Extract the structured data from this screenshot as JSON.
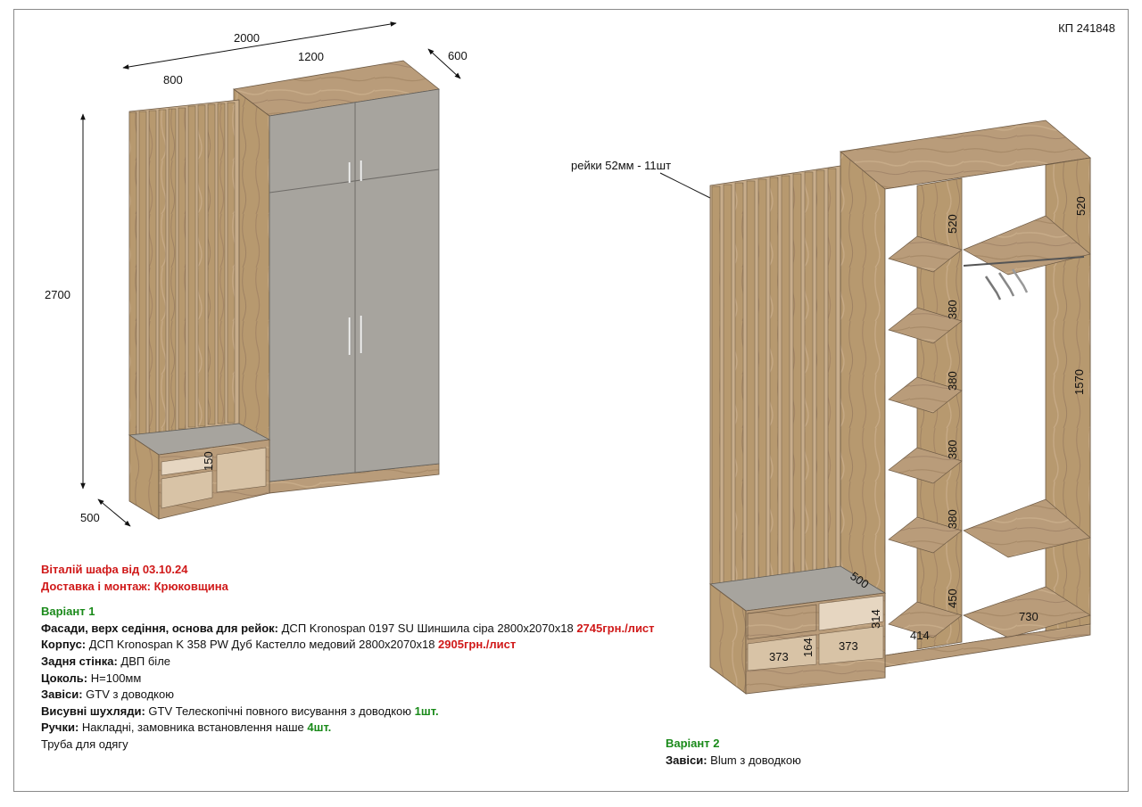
{
  "project_code": "КП 241848",
  "header": {
    "title": "Віталій шафа від 03.10.24",
    "delivery": "Доставка і монтаж: Крюковщина"
  },
  "variant1": {
    "title": "Варіант 1",
    "specs": [
      {
        "label": "Фасади, верх седіння, основа для рейок:",
        "value": " ДСП Kronospan 0197 SU Шиншила сіра 2800x2070x18 ",
        "price": "2745грн./лист",
        "price_color": "red"
      },
      {
        "label": "Корпус:",
        "value": " ДСП Kronospan K 358 PW Дуб Кастелло медовий 2800x2070x18  ",
        "price": "2905грн./лист",
        "price_color": "red"
      },
      {
        "label": "Задня стінка:",
        "value": "  ДВП біле",
        "price": "",
        "price_color": ""
      },
      {
        "label": "Цоколь:",
        "value": " H=100мм",
        "price": "",
        "price_color": ""
      },
      {
        "label": "Завіси:",
        "value": " GTV з доводкою",
        "price": "",
        "price_color": ""
      },
      {
        "label": "Висувні шухляди:",
        "value": " GTV Телескопічні повного висування з доводкою ",
        "price": "1шт.",
        "price_color": "green"
      },
      {
        "label": "Ручки:",
        "value": " Накладні, замовника встановлення наше ",
        "price": "4шт.",
        "price_color": "green"
      },
      {
        "label": "",
        "value": "Труба для одягу",
        "price": "",
        "price_color": ""
      }
    ]
  },
  "variant2": {
    "title": "Варіант 2",
    "specs": [
      {
        "label": "Завіси:",
        "value": " Blum з доводкою"
      }
    ]
  },
  "drawing1": {
    "dims": {
      "total_width": "2000",
      "bench_width": "800",
      "wardrobe_width": "1200",
      "depth_top": "600",
      "height": "2700",
      "depth_bottom": "500",
      "bench_height": "150"
    }
  },
  "drawing2": {
    "rail_note": "рейки 52мм - 11шт",
    "dims": {
      "top_left": "520",
      "top_right": "520",
      "shelf_1": "380",
      "shelf_2": "380",
      "shelf_3": "380",
      "shelf_4": "380",
      "bottom_left": "450",
      "hang_height": "1570",
      "col_left_width": "414",
      "col_right_width": "730",
      "seat_depth": "500",
      "bench_height": "314",
      "drawer_height": "164",
      "bench_left_width": "373",
      "bench_right_width": "373"
    }
  },
  "colors": {
    "wood": "#b99c7a",
    "wood_dark": "#9a7f60",
    "wood_light": "#cdb393",
    "grey": "#a7a49e",
    "grey_dark": "#8c8984",
    "accent_red": "#d01919",
    "accent_green": "#1a8a1a"
  }
}
